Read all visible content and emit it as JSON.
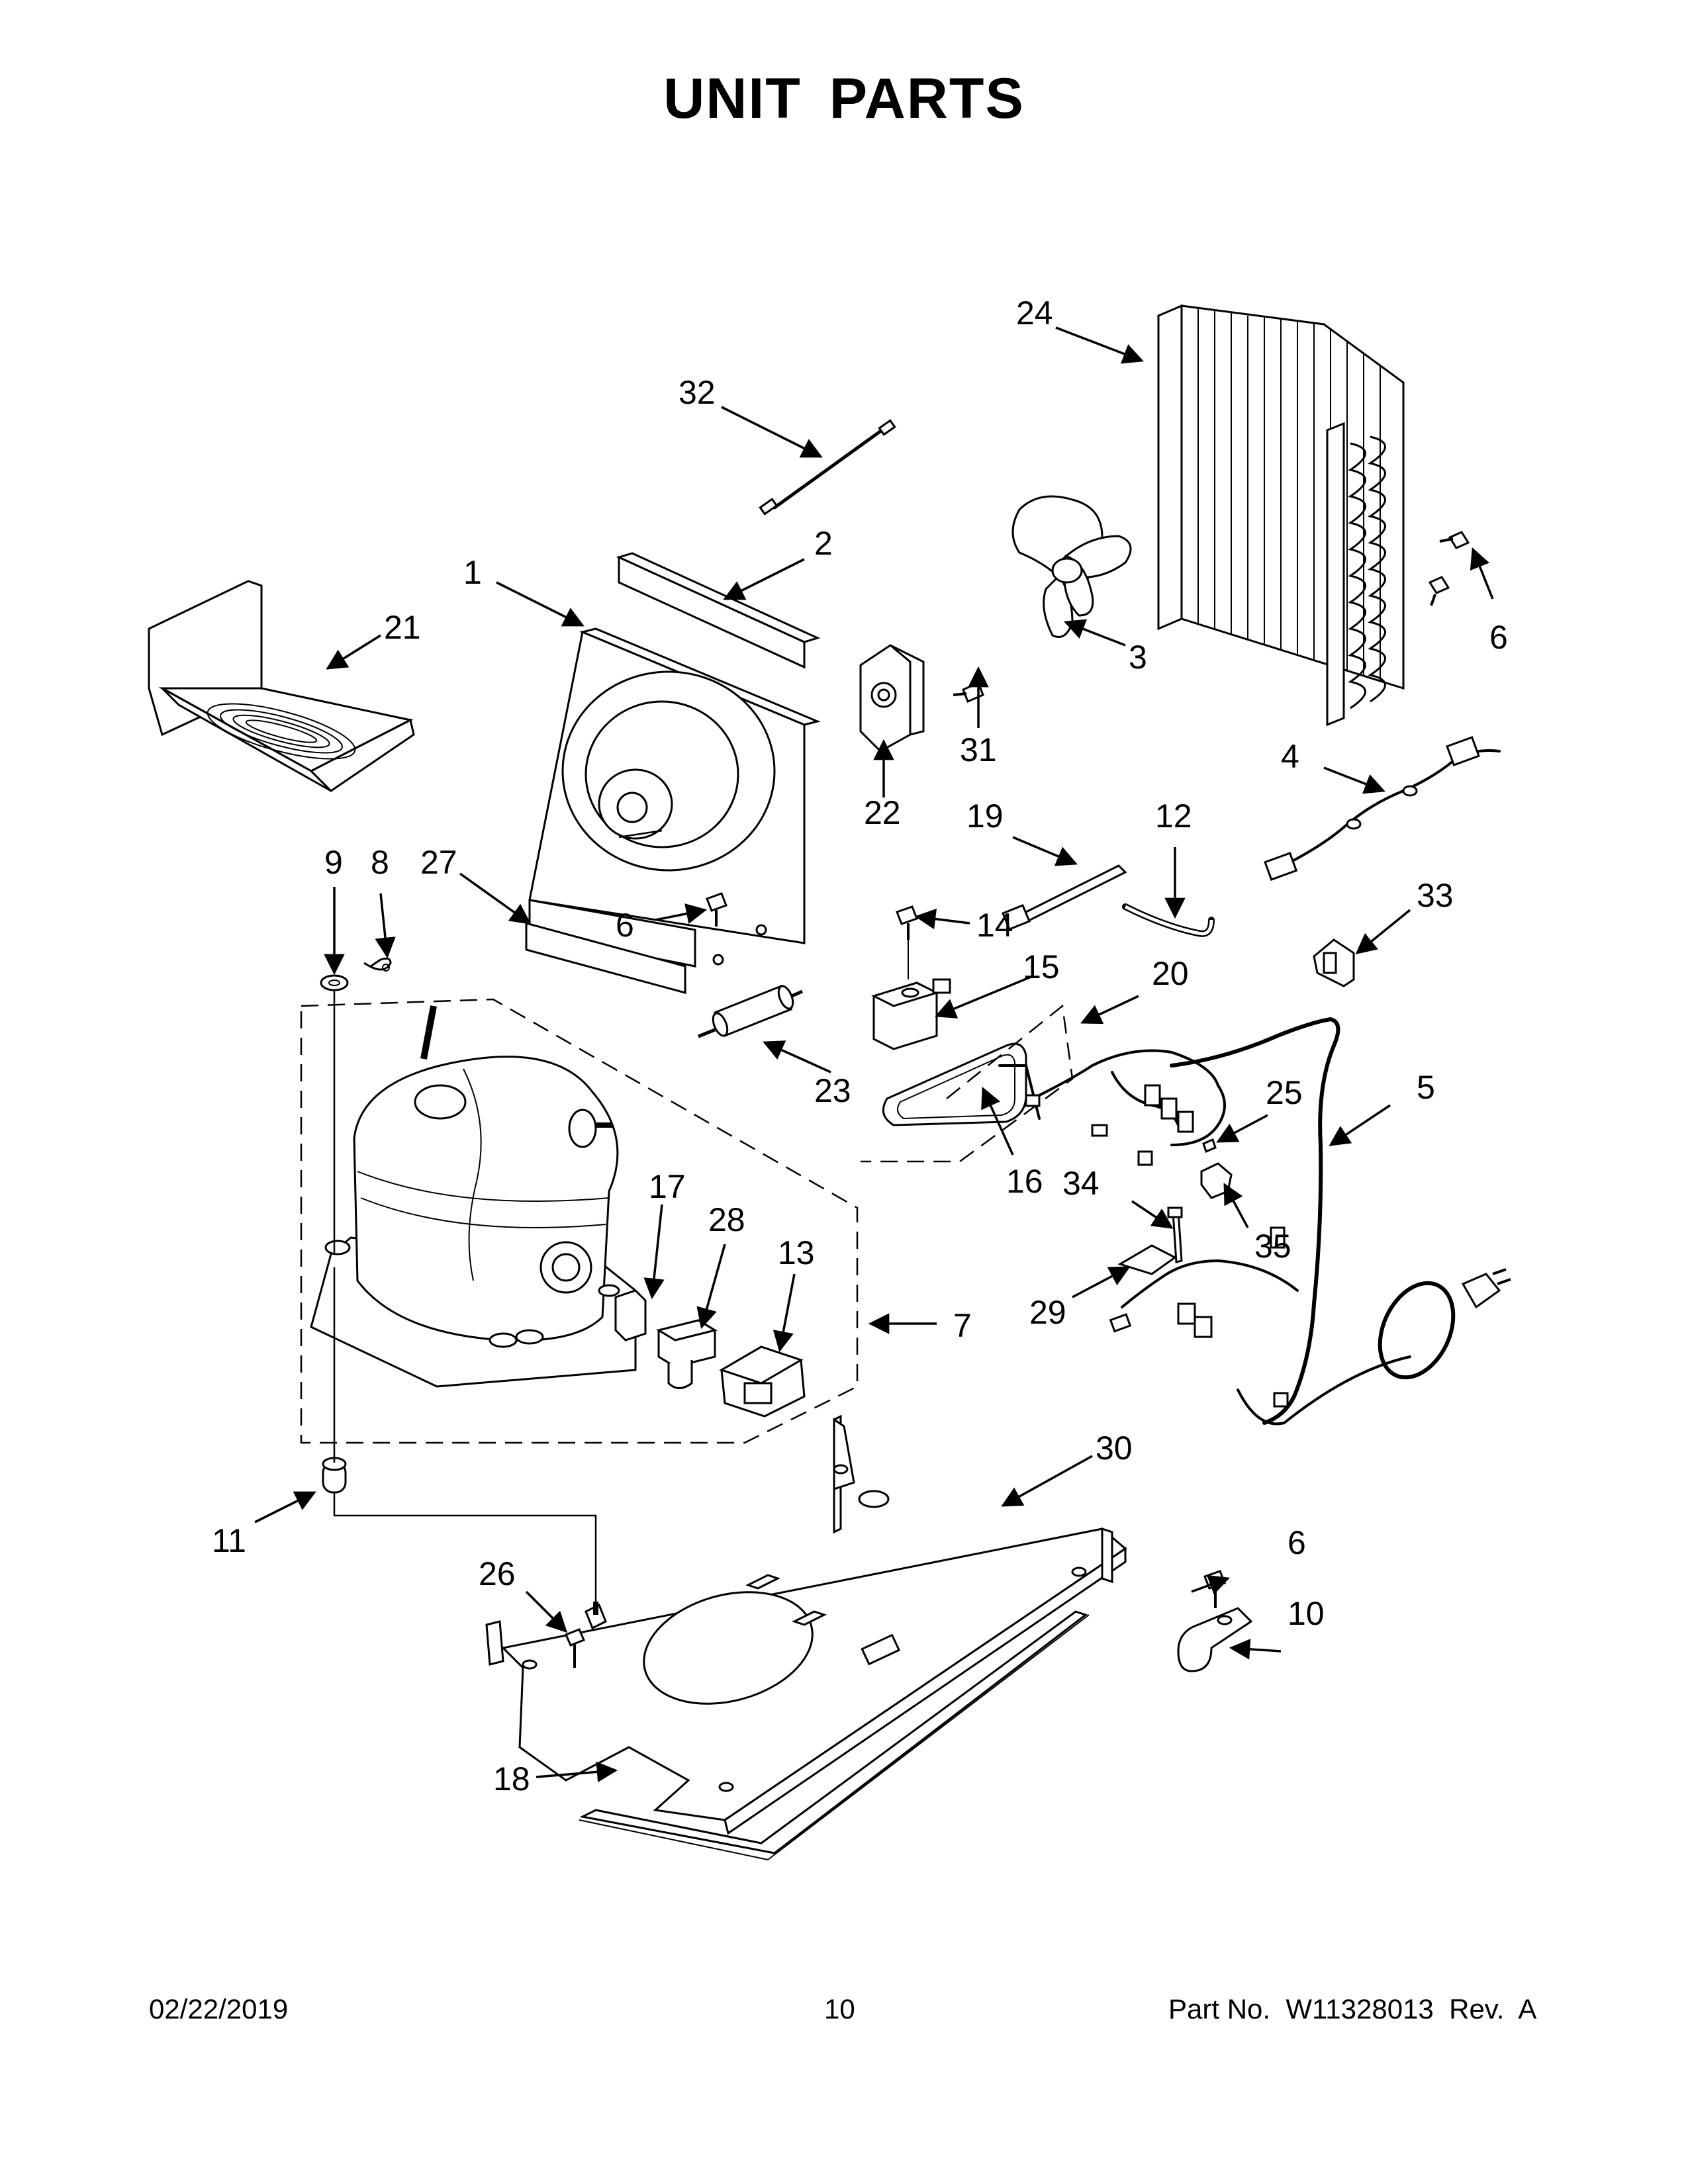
{
  "title": "UNIT  PARTS",
  "footer": {
    "date": "02/22/2019",
    "page": "10",
    "part_number": "Part No.  W11328013  Rev.  A"
  },
  "callouts": [
    {
      "id": "c1",
      "text": "1"
    },
    {
      "id": "c2",
      "text": "2"
    },
    {
      "id": "c3",
      "text": "3"
    },
    {
      "id": "c4",
      "text": "4"
    },
    {
      "id": "c5",
      "text": "5"
    },
    {
      "id": "c6a",
      "text": "6"
    },
    {
      "id": "c6b",
      "text": "6"
    },
    {
      "id": "c6c",
      "text": "6"
    },
    {
      "id": "c7",
      "text": "7"
    },
    {
      "id": "c8",
      "text": "8"
    },
    {
      "id": "c9",
      "text": "9"
    },
    {
      "id": "c10",
      "text": "10"
    },
    {
      "id": "c11",
      "text": "11"
    },
    {
      "id": "c12",
      "text": "12"
    },
    {
      "id": "c13",
      "text": "13"
    },
    {
      "id": "c14",
      "text": "14"
    },
    {
      "id": "c15",
      "text": "15"
    },
    {
      "id": "c16",
      "text": "16"
    },
    {
      "id": "c17",
      "text": "17"
    },
    {
      "id": "c18",
      "text": "18"
    },
    {
      "id": "c19",
      "text": "19"
    },
    {
      "id": "c20",
      "text": "20"
    },
    {
      "id": "c21",
      "text": "21"
    },
    {
      "id": "c22",
      "text": "22"
    },
    {
      "id": "c23",
      "text": "23"
    },
    {
      "id": "c24",
      "text": "24"
    },
    {
      "id": "c25",
      "text": "25"
    },
    {
      "id": "c26",
      "text": "26"
    },
    {
      "id": "c27",
      "text": "27"
    },
    {
      "id": "c28",
      "text": "28"
    },
    {
      "id": "c29",
      "text": "29"
    },
    {
      "id": "c30",
      "text": "30"
    },
    {
      "id": "c31",
      "text": "31"
    },
    {
      "id": "c32",
      "text": "32"
    },
    {
      "id": "c33",
      "text": "33"
    },
    {
      "id": "c34",
      "text": "34"
    },
    {
      "id": "c35",
      "text": "35"
    }
  ]
}
